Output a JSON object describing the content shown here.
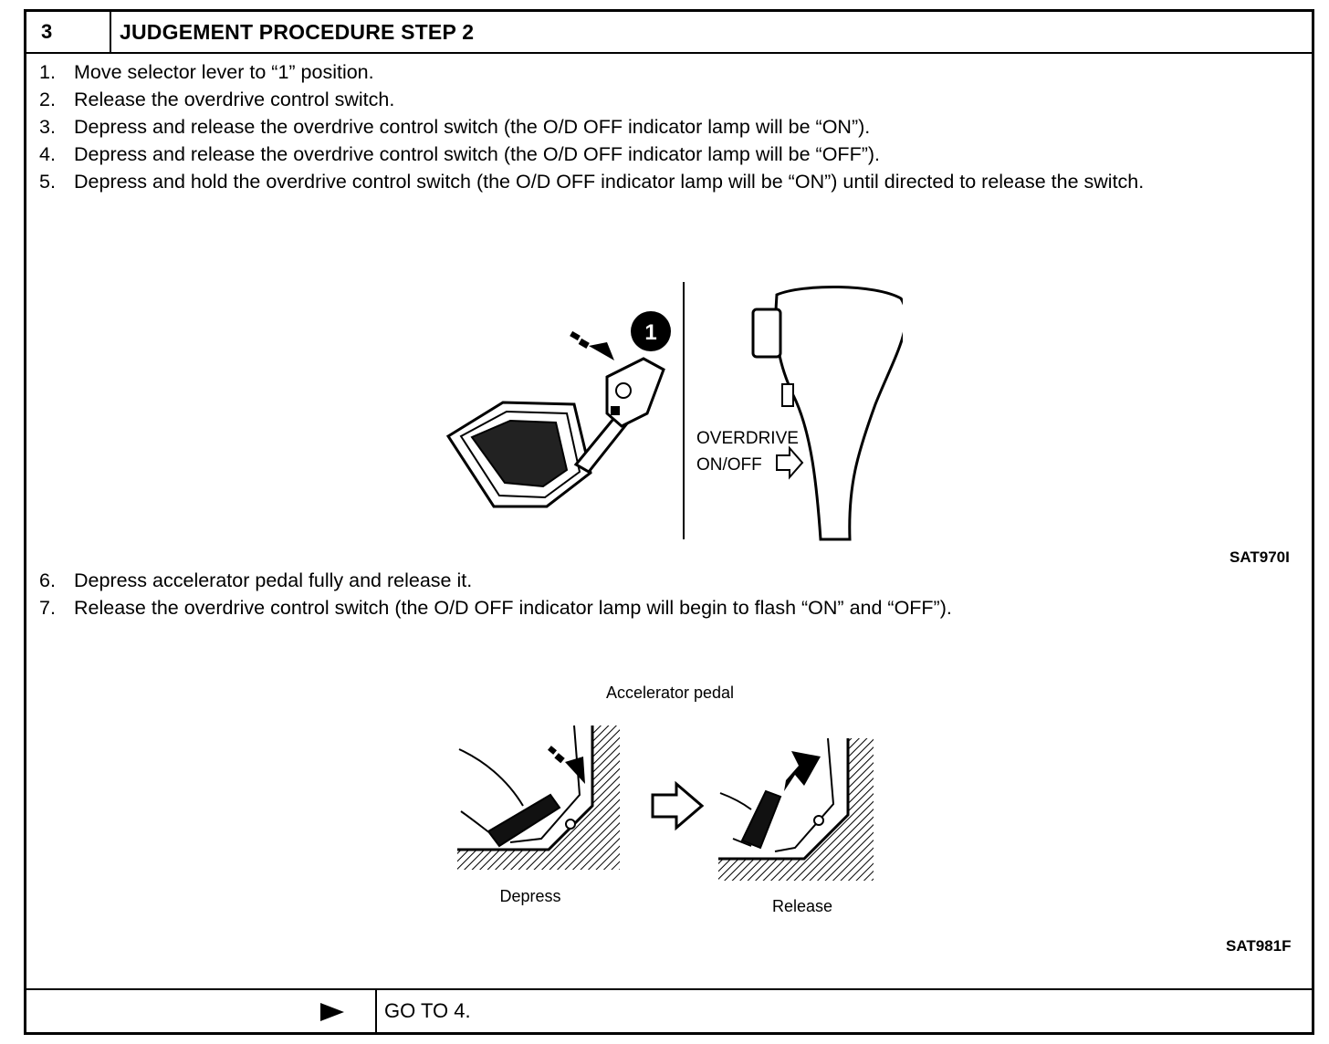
{
  "header": {
    "number": "3",
    "title": "JUDGEMENT PROCEDURE STEP 2"
  },
  "steps_part1": [
    {
      "num": "1.",
      "text": "Move selector lever to “1” position."
    },
    {
      "num": "2.",
      "text": "Release the overdrive control switch."
    },
    {
      "num": "3.",
      "text": "Depress and release the overdrive control switch (the O/D OFF indicator lamp will be “ON”)."
    },
    {
      "num": "4.",
      "text": "Depress and release the overdrive control switch (the O/D OFF indicator lamp will be “OFF”)."
    },
    {
      "num": "5.",
      "text": "Depress and hold the overdrive control switch (the O/D OFF indicator lamp will be “ON”) until directed to release the switch."
    }
  ],
  "figure1": {
    "badge": "1",
    "label_line1": "OVERDRIVE",
    "label_line2": "ON/OFF",
    "code": "SAT970I"
  },
  "steps_part2": [
    {
      "num": "6.",
      "text": "Depress accelerator pedal fully and release it."
    },
    {
      "num": "7.",
      "text": "Release the overdrive control switch (the O/D OFF indicator lamp will begin to flash “ON” and “OFF”)."
    }
  ],
  "figure2": {
    "title": "Accelerator pedal",
    "depress_label": "Depress",
    "release_label": "Release",
    "code": "SAT981F"
  },
  "footer": {
    "goto": "GO TO 4."
  }
}
